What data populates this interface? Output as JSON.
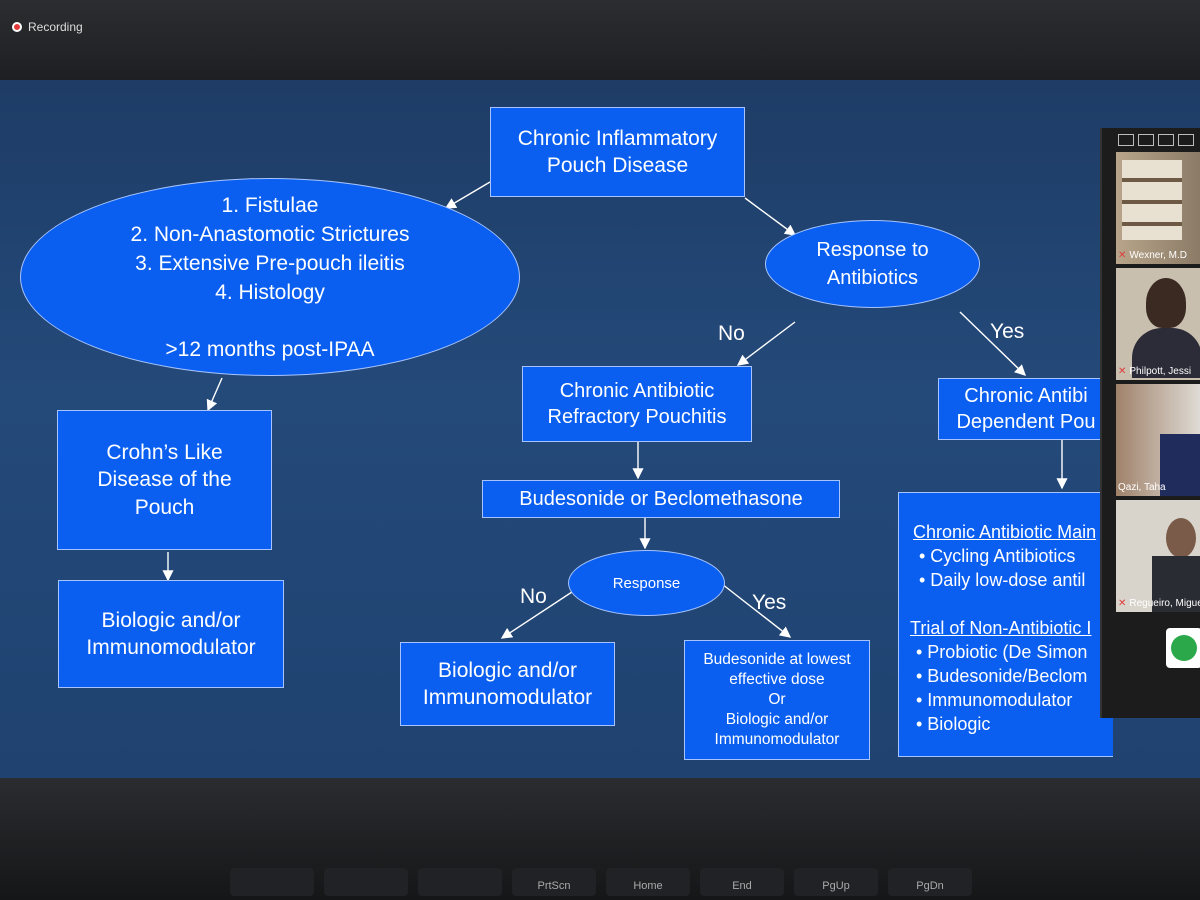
{
  "recording": {
    "label": "Recording"
  },
  "slide": {
    "top": {
      "line1": "Chronic Inflammatory",
      "line2": "Pouch Disease"
    },
    "criteria": {
      "items": [
        "1.  Fistulae",
        "2.  Non-Anastomotic Strictures",
        "3.  Extensive Pre-pouch ileitis",
        "4.  Histology"
      ],
      "note": ">12 months post-IPAA"
    },
    "crohns": {
      "line1": "Crohn’s Like",
      "line2": "Disease of the",
      "line3": "Pouch"
    },
    "left_bottom": {
      "line1": "Biologic and/or",
      "line2": "Immunomodulator"
    },
    "response_abx": {
      "line1": "Response to",
      "line2": "Antibiotics"
    },
    "no1": "No",
    "yes1": "Yes",
    "refractory": {
      "line1": "Chronic Antibiotic",
      "line2": "Refractory Pouchitis"
    },
    "dependent": {
      "line1": "Chronic Antibi",
      "line2": "Dependent Pou"
    },
    "budesonide": "Budesonide or Beclomethasone",
    "response": "Response",
    "no2": "No",
    "yes2": "Yes",
    "mid_bottom": {
      "line1": "Biologic and/or",
      "line2": "Immunomodulator"
    },
    "right_bottom": {
      "line1": "Budesonide at lowest",
      "line2": "effective dose",
      "line3": "Or",
      "line4": "Biologic and/or",
      "line5": "Immunomodulator"
    },
    "maint": {
      "heading1": "Chronic Antibiotic Main",
      "items1": [
        "•   Cycling Antibiotics",
        "•   Daily low-dose antil"
      ],
      "heading2": "Trial of Non-Antibiotic I",
      "items2": [
        "•   Probiotic (De Simon",
        "•   Budesonide/Beclom",
        "•   Immunomodulator",
        "•   Biologic"
      ]
    }
  },
  "participants": [
    {
      "name": "Wexner, M.D"
    },
    {
      "name": "Philpott, Jessi"
    },
    {
      "name": "Qazi, Taha"
    },
    {
      "name": "Regueiro, Migue"
    }
  ],
  "keyboard": {
    "keys": [
      "PrtScn",
      "Home",
      "End",
      "PgUp",
      "PgDn"
    ]
  },
  "colors": {
    "box": "#0a5ff0",
    "slide_bg": "#244a7a",
    "text": "#ffffff"
  }
}
